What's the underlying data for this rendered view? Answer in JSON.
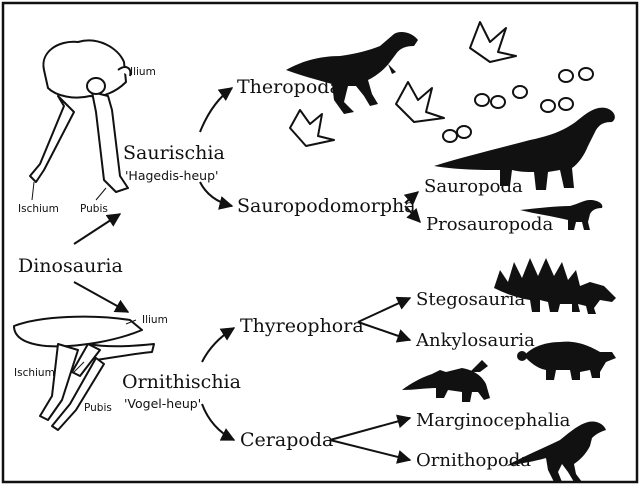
{
  "root": "Dinosauria",
  "saurischia": {
    "name": "Saurischia",
    "common": "'Hagedis-heup'",
    "pelvis_labels": {
      "ilium": "Ilium",
      "ischium": "Ischium",
      "pubis": "Pubis"
    },
    "branches": [
      "Theropoda",
      "Sauropodomorpha"
    ],
    "sauropodomorpha_branches": [
      "Sauropoda",
      "Prosauropoda"
    ]
  },
  "ornithischia": {
    "name": "Ornithischia",
    "common": "'Vogel-heup'",
    "pelvis_labels": {
      "ilium": "Ilium",
      "ischium": "Ischium",
      "pubis": "Pubis"
    },
    "branches": [
      "Thyreophora",
      "Cerapoda"
    ],
    "thyreophora_branches": [
      "Stegosauria",
      "Ankylosauria"
    ],
    "cerapoda_branches": [
      "Marginocephalia",
      "Ornithopoda"
    ]
  },
  "colors": {
    "ink": "#111111",
    "background": "#ffffff"
  },
  "icons": [
    "theropod-silhouette",
    "sauropod-silhouette",
    "prosauropod-silhouette",
    "stegosaur-silhouette",
    "ankylosaur-silhouette",
    "ceratopsian-silhouette",
    "ornithopod-silhouette",
    "footprint-icon",
    "saurischian-pelvis",
    "ornithischian-pelvis"
  ]
}
